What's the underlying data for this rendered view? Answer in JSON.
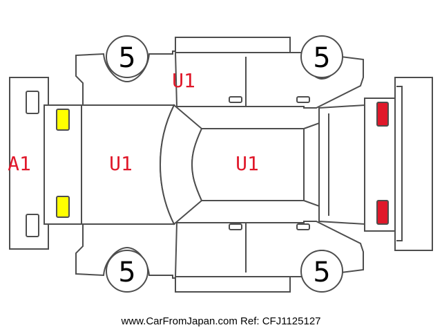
{
  "colors": {
    "outline": "#4d4d4d",
    "damage_code": "#e0182a",
    "front_lamp": "#ffff00",
    "rear_lamp": "#e0182a"
  },
  "wheels": {
    "front_left": "5",
    "rear_left": "5",
    "front_right": "5",
    "rear_right": "5"
  },
  "damage_codes": {
    "front_bumper": "A1",
    "hood": "U1",
    "roof": "U1",
    "left_side": "U1"
  },
  "footer": {
    "source": "www.CarFromJapan.com Ref: CFJ1125127"
  }
}
